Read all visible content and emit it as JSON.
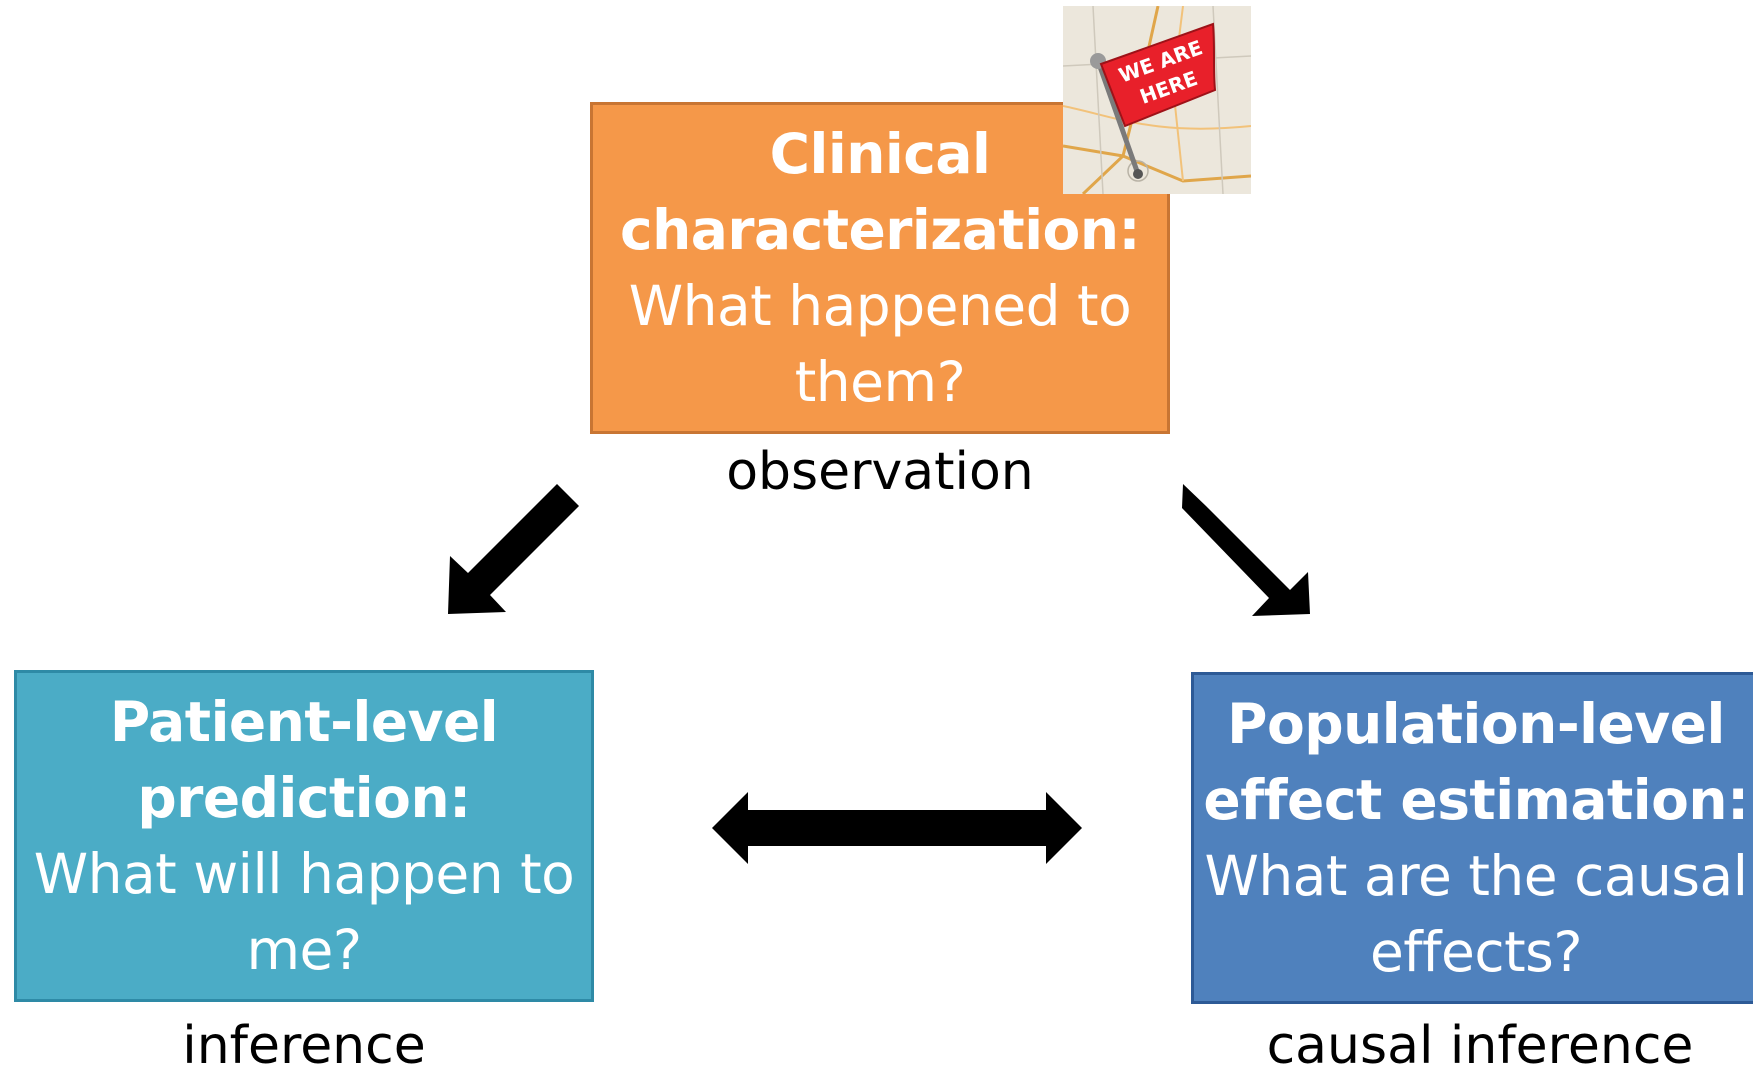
{
  "boxes": {
    "clinical": {
      "title_line1": "Clinical",
      "title_line2": "characterization:",
      "question_line1": "What happened to",
      "question_line2": "them?",
      "color": "#f59849"
    },
    "patient": {
      "title_line1": "Patient-level",
      "title_line2": "prediction:",
      "question_line1": "What will happen to",
      "question_line2": "me?",
      "color": "#4bacc6"
    },
    "population": {
      "title_line1": "Population-level",
      "title_line2": "effect estimation:",
      "question_line1": "What are the causal",
      "question_line2": "effects?",
      "color": "#4f81bd"
    }
  },
  "captions": {
    "observation": "observation",
    "inference": "inference",
    "causal": "causal inference"
  },
  "flag": {
    "text_line1": "WE ARE",
    "text_line2": "HERE",
    "color": "#e8202a"
  },
  "arrow_color": "#000000"
}
